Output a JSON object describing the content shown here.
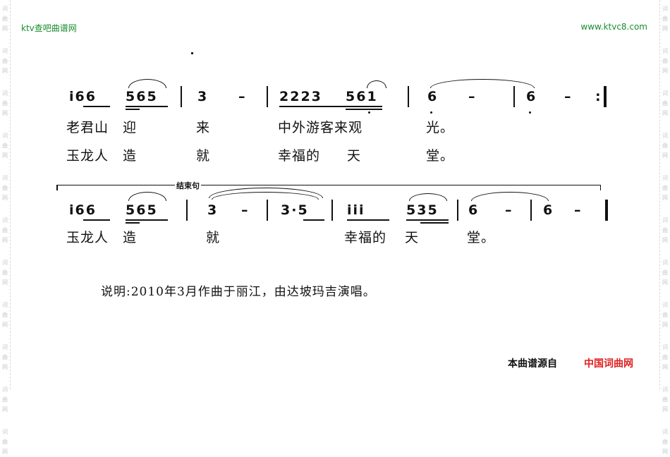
{
  "watermark": {
    "chars": [
      "词",
      "曲",
      "网"
    ]
  },
  "header": {
    "site_left": "ktv查吧曲谱网",
    "site_right": "www.ktvc8.com"
  },
  "score": {
    "line1": {
      "notes": [
        "i66",
        "565",
        "3",
        "–",
        "2223",
        "561",
        "6",
        "–",
        "6",
        "–",
        ":"
      ],
      "lyrics1": [
        "老君山",
        "迎",
        "来",
        "中外游客来观",
        "光。"
      ],
      "lyrics2": [
        "玉龙人",
        "造",
        "就",
        "幸福的",
        "天",
        "堂。"
      ]
    },
    "line2": {
      "label": "结束句",
      "notes": [
        "i66",
        "565",
        "3",
        "–",
        "3·5",
        "iii",
        "535",
        "6",
        "–",
        "6",
        "–"
      ],
      "lyrics": [
        "玉龙人",
        "造",
        "就",
        "幸福的",
        "天",
        "堂。"
      ]
    }
  },
  "note": "说明:2010年3月作曲于丽江，由达坡玛吉演唱。",
  "footer": {
    "source_label": "本曲谱源自",
    "source_site": "中国词曲网"
  }
}
